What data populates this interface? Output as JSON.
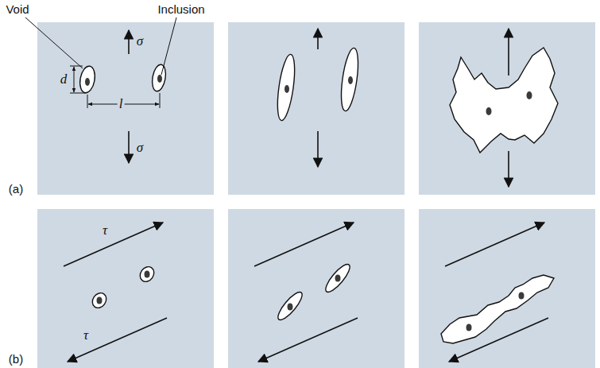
{
  "diagram": {
    "labels": [
      "Void",
      "Inclusion",
      "σ",
      "d",
      "l",
      "σ",
      "(a)",
      "τ",
      "τ",
      "(b)"
    ]
  }
}
